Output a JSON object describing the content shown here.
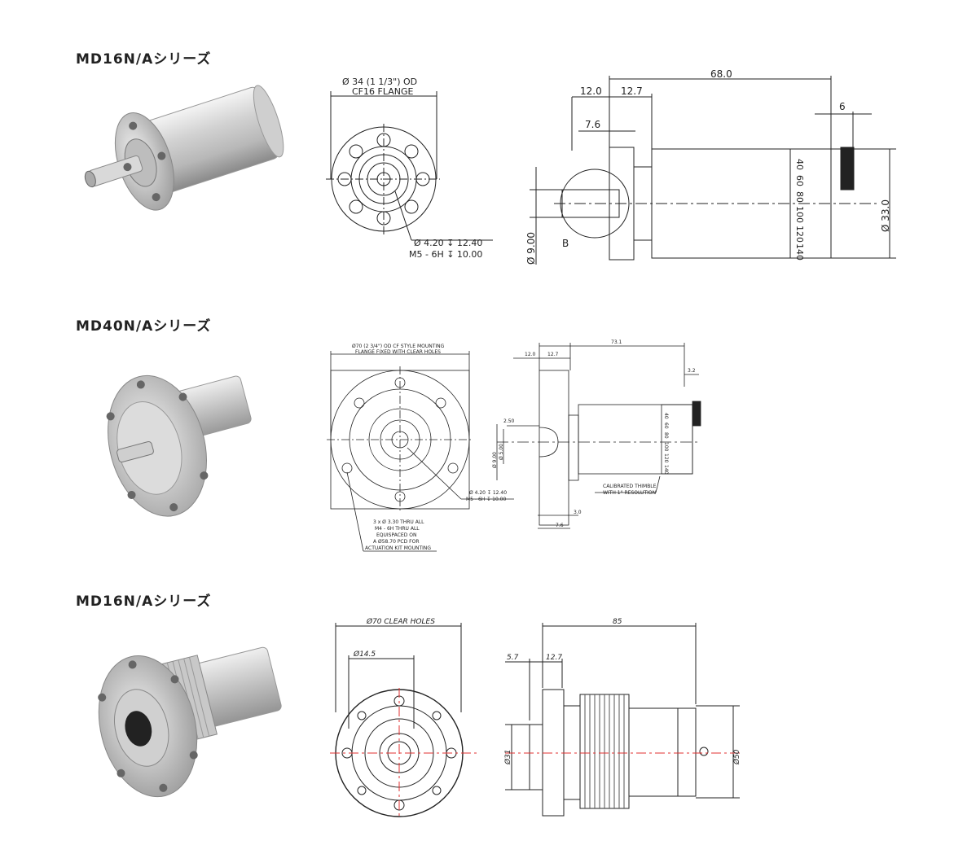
{
  "sections": [
    {
      "title": "MD16N/Aシリーズ",
      "front_labels": {
        "flange_dia": "Ø 34 (1 1/3\") OD",
        "flange_name": "CF16 FLANGE",
        "hole_spec_1": "Ø 4.20 ↧ 12.40",
        "hole_spec_2": "M5 - 6H ↧ 10.00"
      },
      "side_labels": {
        "overall": "68.0",
        "seg1": "12.0",
        "seg2": "12.7",
        "seg3": "7.6",
        "knob": "6",
        "body_dia": "Ø 33.0",
        "shaft_dia": "Ø 9.00",
        "detail": "B",
        "scale": [
          "40",
          "60",
          "80",
          "100",
          "120",
          "140"
        ]
      }
    },
    {
      "title": "MD40N/Aシリーズ",
      "front_labels": {
        "flange_line1": "Ø70 (2 3/4\") OD CF STYLE MOUNTING",
        "flange_line2": "FLANGE FIXED WITH CLEAR HOLES",
        "hole_spec_1": "Ø 4.20 ↧ 12.40",
        "hole_spec_2": "M5 - 6H ↧ 10.00",
        "note_1": "3 x Ø 3.30 THRU ALL",
        "note_2": "M4 - 6H THRU ALL",
        "note_3": "EQUISPACED ON",
        "note_4": "A Ø58.70 PCD FOR",
        "note_5": "ACTUATION KIT MOUNTING"
      },
      "side_labels": {
        "overall": "73.1",
        "seg1": "12.0",
        "seg2": "12.7",
        "knob": "3.2",
        "d1": "2.50",
        "d2": "Ø 9.00",
        "d3": "Ø 5.00",
        "d4": "3.0",
        "d5": "7.6",
        "thimble_1": "CALIBRATED THIMBLE",
        "thimble_2": "WITH 1° RESOLUTION",
        "scale": [
          "40",
          "60",
          "80",
          "100",
          "120",
          "140"
        ]
      }
    },
    {
      "title": "MD16N/Aシリーズ",
      "front_labels": {
        "clear_holes": "Ø70 CLEAR HOLES",
        "inner": "Ø14.5"
      },
      "side_labels": {
        "overall": "85",
        "seg1": "5.7",
        "seg2": "12.7",
        "left_dia": "Ø31",
        "right_dia": "Ø50"
      }
    }
  ],
  "colors": {
    "line": "#222222",
    "centerline": "#e03030",
    "metal_light": "#e6e6e6",
    "metal_dark": "#7a7a7a"
  }
}
